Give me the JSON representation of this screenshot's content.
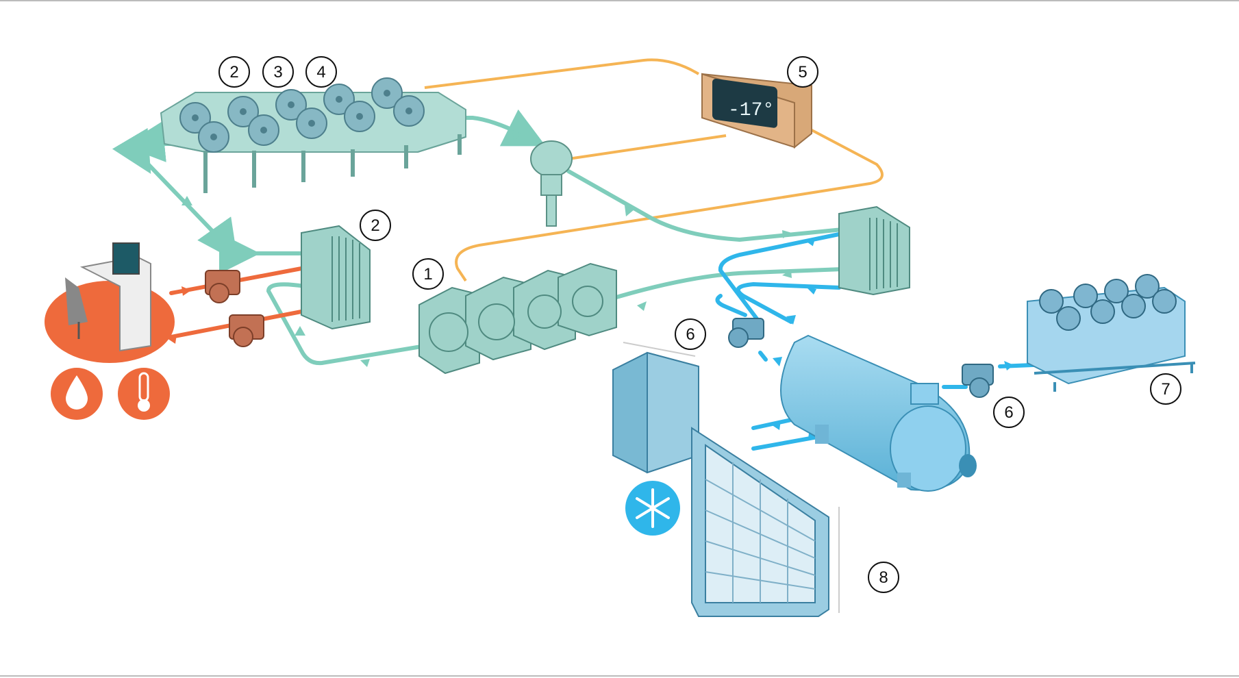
{
  "diagram": {
    "controller_display": "-17°",
    "number_labels": [
      {
        "id": "label-2-top",
        "text": "2"
      },
      {
        "id": "label-3-top",
        "text": "3"
      },
      {
        "id": "label-4-top",
        "text": "4"
      },
      {
        "id": "label-5",
        "text": "5"
      },
      {
        "id": "label-2-exchanger",
        "text": "2"
      },
      {
        "id": "label-1",
        "text": "1"
      },
      {
        "id": "label-6-left",
        "text": "6"
      },
      {
        "id": "label-6-right",
        "text": "6"
      },
      {
        "id": "label-7",
        "text": "7"
      },
      {
        "id": "label-8",
        "text": "8"
      }
    ],
    "colors": {
      "coolant_green": "#7fcdbb",
      "signal_orange": "#f5b454",
      "brine_blue": "#2fb6ea",
      "heating_orange": "#ee6a3c",
      "equipment_green": "#a9d8cf",
      "equipment_blue": "#7fc8e6"
    },
    "icons": [
      "water-drop-icon",
      "thermometer-icon",
      "snowflake-icon",
      "workstation-icon"
    ]
  }
}
